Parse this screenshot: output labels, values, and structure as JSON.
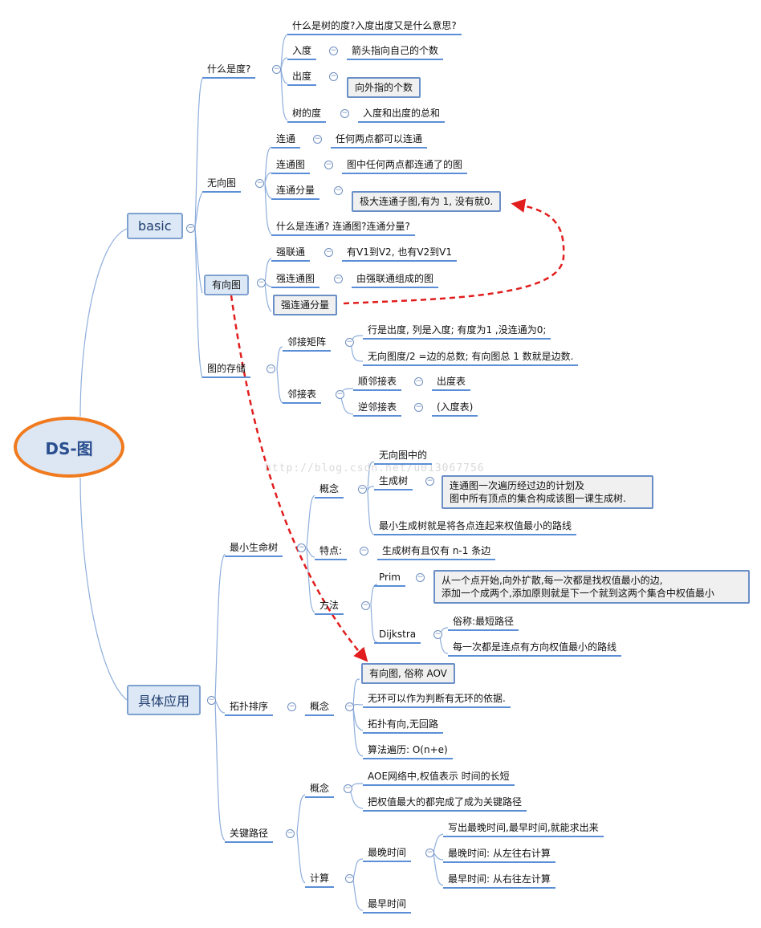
{
  "root": {
    "label": "DS-图"
  },
  "watermark": "http://blog.csdn.net/u013067756",
  "basic": {
    "label": "basic",
    "degree": {
      "label": "什么是度?",
      "question": "什么是树的度?入度出度又是什么意思?",
      "in_degree": {
        "label": "入度",
        "desc": "箭头指向自己的个数"
      },
      "out_degree": {
        "label": "出度",
        "desc": "向外指的个数"
      },
      "tree_degree": {
        "label": "树的度",
        "desc": "入度和出度的总和"
      }
    },
    "undirected": {
      "label": "无向图",
      "connected": {
        "label": "连通",
        "desc": "任何两点都可以连通"
      },
      "connected_graph": {
        "label": "连通图",
        "desc": "图中任何两点都连通了的图"
      },
      "component": {
        "label": "连通分量",
        "desc": "极大连通子图,有为 1, 没有就0."
      },
      "question": "什么是连通? 连通图?连通分量?"
    },
    "directed": {
      "label": "有向图",
      "strong": {
        "label": "强联通",
        "desc": "有V1到V2, 也有V2到V1"
      },
      "strong_graph": {
        "label": "强连通图",
        "desc": "由强联通组成的图"
      },
      "strong_component": {
        "label": "强连通分量"
      }
    },
    "storage": {
      "label": "图的存储",
      "matrix": {
        "label": "邻接矩阵",
        "line1": "行是出度, 列是入度; 有度为1 ,没连通为0;",
        "line2": "无向图度/2 =边的总数;  有向图总 1 数就是边数."
      },
      "list": {
        "label": "邻接表",
        "forward": {
          "label": "顺邻接表",
          "desc": "出度表"
        },
        "reverse": {
          "label": "逆邻接表",
          "desc": "(入度表)"
        }
      }
    }
  },
  "apps": {
    "label": "具体应用",
    "mst": {
      "label": "最小生命树",
      "concept": {
        "label": "概念",
        "a": "无向图中的",
        "tree": {
          "label": "生成树",
          "line1": "连通图一次遍历经过边的计划及",
          "line2": "图中所有顶点的集合构成该图一课生成树."
        },
        "c": "最小生成树就是将各点连起来权值最小的路线"
      },
      "feature": {
        "label": "特点:",
        "desc": "生成树有且仅有 n-1 条边"
      },
      "method": {
        "label": "方法",
        "prim": {
          "label": "Prim",
          "line1": "从一个点开始,向外扩散,每一次都是找权值最小的边,",
          "line2": "添加一个成两个,添加原则就是下一个就到这两个集合中权值最小"
        },
        "dijkstra": {
          "label": "Dijkstra",
          "a": "俗称:最短路径",
          "b": "每一次都是连点有方向权值最小的路线"
        }
      }
    },
    "topo": {
      "label": "拓扑排序",
      "concept": {
        "label": "概念",
        "a": "有向图, 俗称 AOV",
        "b": "无环可以作为判断有无环的依据.",
        "c": "拓扑有向,无回路",
        "d": "算法遍历: O(n+e)"
      }
    },
    "critical": {
      "label": "关键路径",
      "concept": {
        "label": "概念",
        "a": "AOE网络中,权值表示 时间的长短",
        "b": "把权值最大的都完成了成为关键路径"
      },
      "calc": {
        "label": "计算",
        "latest": {
          "label": "最晚时间",
          "a": "写出最晚时间,最早时间,就能求出来",
          "b": "最晚时间: 从左往右计算",
          "c": "最早时间: 从右往左计算"
        },
        "earliest": {
          "label": "最早时间"
        }
      }
    }
  },
  "colors": {
    "branch": "#5b8ed6",
    "root_border": "#f07a1d",
    "arrow": "#e21d1d"
  }
}
